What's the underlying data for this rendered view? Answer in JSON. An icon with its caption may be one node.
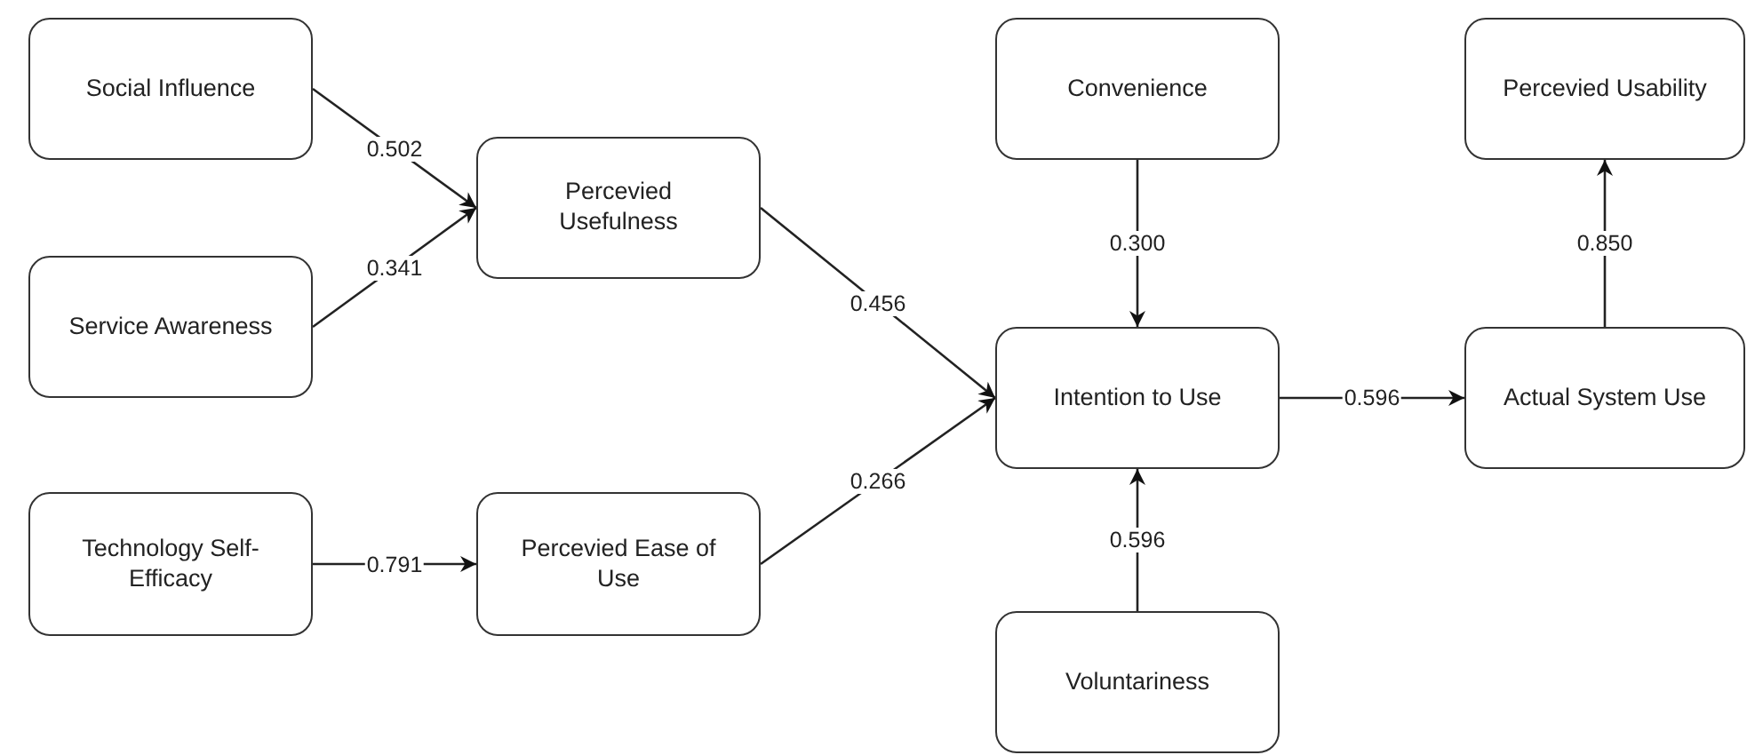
{
  "diagram": {
    "nodes": [
      {
        "text": [
          "Social Influence"
        ]
      },
      {
        "text": [
          "Service Awareness"
        ]
      },
      {
        "text": [
          "Technology Self-Efficacy"
        ]
      },
      {
        "text": [
          "Percevied Usefulness"
        ]
      },
      {
        "text": [
          "Percevied Ease of Use"
        ]
      },
      {
        "text": [
          "Convenience"
        ]
      },
      {
        "text": [
          "Intention to Use"
        ]
      },
      {
        "text": [
          "Voluntariness"
        ]
      },
      {
        "text": [
          "Percevied Usability"
        ]
      },
      {
        "text": [
          "Actual System Use"
        ]
      }
    ],
    "edges": [
      {
        "from": 0,
        "to": 3,
        "arrow": "to",
        "label": "0.502"
      },
      {
        "from": 1,
        "to": 3,
        "arrow": "to",
        "label": "0.341"
      },
      {
        "from": 2,
        "to": 4,
        "arrow": "to",
        "label": "0.791"
      },
      {
        "from": 3,
        "to": 6,
        "arrow": "to",
        "label": "0.456"
      },
      {
        "from": 4,
        "to": 6,
        "arrow": "to",
        "label": "0.266"
      },
      {
        "from": 5,
        "to": 6,
        "arrow": "to",
        "label": "0.300"
      },
      {
        "from": 7,
        "to": 6,
        "arrow": "to",
        "label": "0.596"
      },
      {
        "from": 6,
        "to": 9,
        "arrow": "to",
        "label": "0.596"
      },
      {
        "from": 9,
        "to": 8,
        "arrow": "to",
        "label": "0.850"
      }
    ]
  }
}
